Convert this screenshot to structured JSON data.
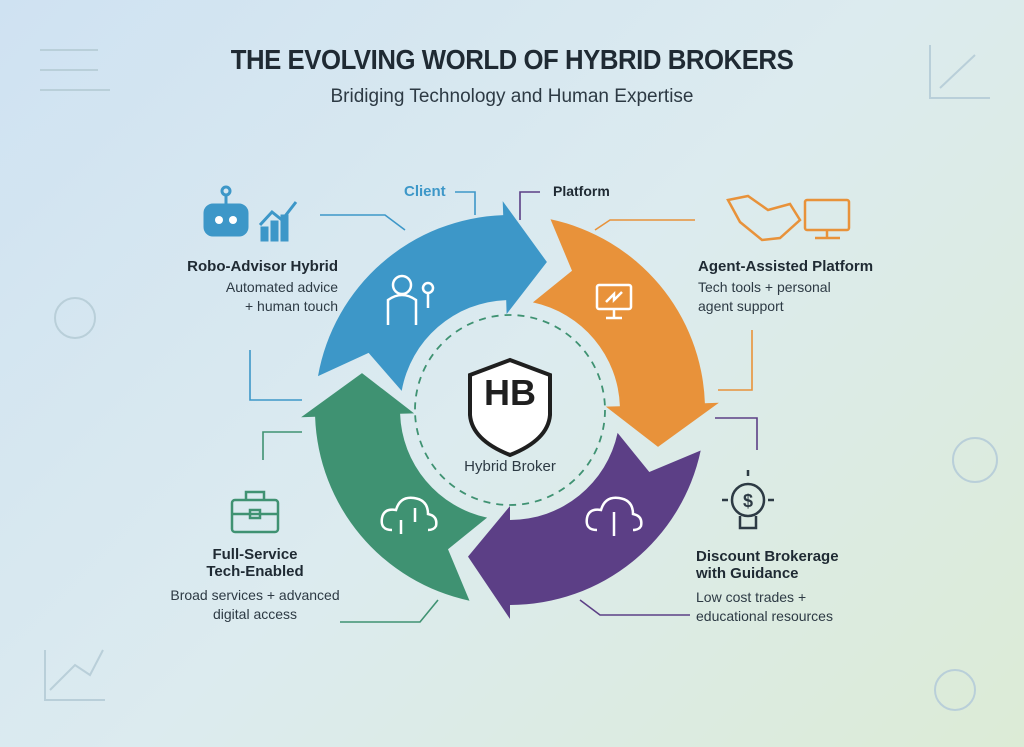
{
  "title": "THE EVOLVING WORLD OF HYBRID BROKERS",
  "subtitle": "Bridiging Technology and Human Expertise",
  "flow_labels": {
    "client": "Client",
    "platform": "Platform"
  },
  "center": {
    "logo": "HB",
    "label": "Hybrid Broker"
  },
  "models": [
    {
      "title": "Robo-Advisor Hybrid",
      "desc1": "Automated advice",
      "desc2": "+ human touch",
      "icon": "robot-chart-icon",
      "color": "#3d97c8"
    },
    {
      "title": "Agent-Assisted Platform",
      "desc1": "Tech tools + personal",
      "desc2": "agent support",
      "icon": "handshake-monitor-icon",
      "color": "#e8923a"
    },
    {
      "title": "Discount Brokerage",
      "title2": "with Guidance",
      "desc1": "Low cost trades +",
      "desc2": "educational resources",
      "icon": "lightbulb-dollar-icon",
      "color": "#5c3f86"
    },
    {
      "title": "Full-Service",
      "title2": "Tech-Enabled",
      "desc1": "Broad services + advanced",
      "desc2": "digital access",
      "icon": "briefcase-icon",
      "color": "#3f9272"
    }
  ]
}
